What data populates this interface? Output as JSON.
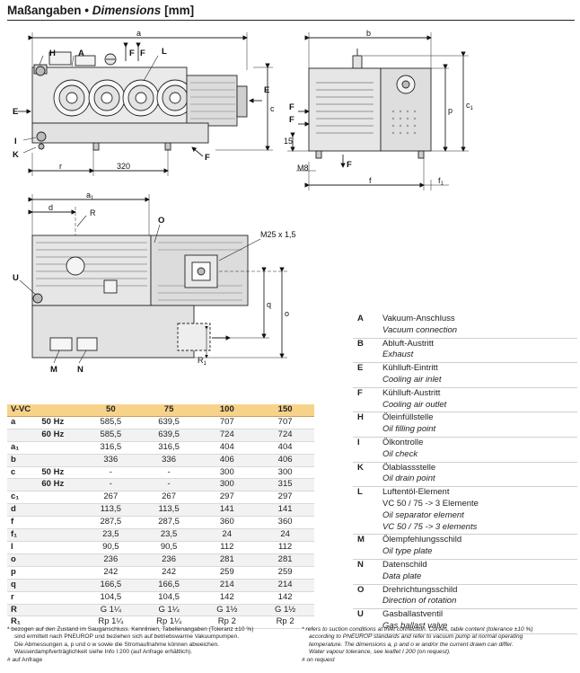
{
  "title": {
    "de": "Maßangaben",
    "sep": "•",
    "en": "Dimensions",
    "unit": "[mm]"
  },
  "drawing_labels": {
    "side": {
      "H": "H",
      "A": "A",
      "F1": "F",
      "F2": "F",
      "L": "L",
      "E": "E",
      "I": "I",
      "K": "K",
      "F3": "F",
      "a": "a",
      "r": "r",
      "c": "c",
      "b320": "320",
      "d15": "15"
    },
    "end": {
      "b": "b",
      "F1": "F",
      "F2": "F",
      "F3": "F",
      "M8": "M8",
      "f": "f",
      "f1": "f",
      "f1sub": "1",
      "p": "p",
      "c1": "c",
      "c1sub": "1"
    },
    "detail": {
      "a1": "a",
      "a1sub": "1",
      "d": "d",
      "R": "R",
      "O": "O",
      "M25": "M25 x 1,5",
      "U": "U",
      "M": "M",
      "N": "N",
      "q": "q",
      "o": "o",
      "R1": "R",
      "R1sub": "1"
    }
  },
  "table": {
    "header": [
      "V-VC",
      "",
      "50",
      "75",
      "100",
      "150"
    ],
    "rows": [
      {
        "k": "a",
        "hz": "50 Hz",
        "v": [
          "585,5",
          "639,5",
          "707",
          "707"
        ]
      },
      {
        "k": "",
        "hz": "60 Hz",
        "v": [
          "585,5",
          "639,5",
          "724",
          "724"
        ]
      },
      {
        "k": "a₁",
        "hz": "",
        "v": [
          "316,5",
          "316,5",
          "404",
          "404"
        ]
      },
      {
        "k": "b",
        "hz": "",
        "v": [
          "336",
          "336",
          "406",
          "406"
        ]
      },
      {
        "k": "c",
        "hz": "50 Hz",
        "v": [
          "-",
          "-",
          "300",
          "300"
        ]
      },
      {
        "k": "",
        "hz": "60 Hz",
        "v": [
          "-",
          "-",
          "300",
          "315"
        ]
      },
      {
        "k": "c₁",
        "hz": "",
        "v": [
          "267",
          "267",
          "297",
          "297"
        ]
      },
      {
        "k": "d",
        "hz": "",
        "v": [
          "113,5",
          "113,5",
          "141",
          "141"
        ]
      },
      {
        "k": "f",
        "hz": "",
        "v": [
          "287,5",
          "287,5",
          "360",
          "360"
        ]
      },
      {
        "k": "f₁",
        "hz": "",
        "v": [
          "23,5",
          "23,5",
          "24",
          "24"
        ]
      },
      {
        "k": "l",
        "hz": "",
        "v": [
          "90,5",
          "90,5",
          "112",
          "112"
        ]
      },
      {
        "k": "o",
        "hz": "",
        "v": [
          "236",
          "236",
          "281",
          "281"
        ]
      },
      {
        "k": "p",
        "hz": "",
        "v": [
          "242",
          "242",
          "259",
          "259"
        ]
      },
      {
        "k": "q",
        "hz": "",
        "v": [
          "166,5",
          "166,5",
          "214",
          "214"
        ]
      },
      {
        "k": "r",
        "hz": "",
        "v": [
          "104,5",
          "104,5",
          "142",
          "142"
        ]
      },
      {
        "k": "R",
        "hz": "",
        "v": [
          "G 1¼",
          "G 1¼",
          "G 1½",
          "G 1½"
        ]
      },
      {
        "k": "R₁",
        "hz": "",
        "v": [
          "Rp 1¼",
          "Rp 1¼",
          "Rp 2",
          "Rp 2"
        ]
      }
    ]
  },
  "legend": [
    {
      "k": "A",
      "lines": [
        {
          "t": "Vakuum-Anschluss",
          "en": false
        },
        {
          "t": "Vacuum connection",
          "en": true
        }
      ]
    },
    {
      "k": "B",
      "lines": [
        {
          "t": "Abluft-Austritt",
          "en": false
        },
        {
          "t": "Exhaust",
          "en": true
        }
      ]
    },
    {
      "k": "E",
      "lines": [
        {
          "t": "Kühlluft-Eintritt",
          "en": false
        },
        {
          "t": "Cooling air inlet",
          "en": true
        }
      ]
    },
    {
      "k": "F",
      "lines": [
        {
          "t": "Kühlluft-Austritt",
          "en": false
        },
        {
          "t": "Cooling air outlet",
          "en": true
        }
      ]
    },
    {
      "k": "H",
      "lines": [
        {
          "t": "Öleinfüllstelle",
          "en": false
        },
        {
          "t": "Oil filling point",
          "en": true
        }
      ]
    },
    {
      "k": "I",
      "lines": [
        {
          "t": "Ölkontrolle",
          "en": false
        },
        {
          "t": "Oil check",
          "en": true
        }
      ]
    },
    {
      "k": "K",
      "lines": [
        {
          "t": "Ölablassstelle",
          "en": false
        },
        {
          "t": "Oil drain point",
          "en": true
        }
      ]
    },
    {
      "k": "L",
      "lines": [
        {
          "t": "Luftentöl-Element",
          "en": false
        },
        {
          "t": "VC 50 / 75 -> 3 Elemente",
          "en": false
        },
        {
          "t": "Oil separator element",
          "en": true
        },
        {
          "t": "VC 50 / 75 -> 3 elements",
          "en": true
        }
      ]
    },
    {
      "k": "M",
      "lines": [
        {
          "t": "Ölempfehlungsschild",
          "en": false
        },
        {
          "t": "Oil type plate",
          "en": true
        }
      ]
    },
    {
      "k": "N",
      "lines": [
        {
          "t": "Datenschild",
          "en": false
        },
        {
          "t": "Data plate",
          "en": true
        }
      ]
    },
    {
      "k": "O",
      "lines": [
        {
          "t": "Drehrichtungsschild",
          "en": false
        },
        {
          "t": "Direction of rotation",
          "en": true
        }
      ]
    },
    {
      "k": "U",
      "lines": [
        {
          "t": "Gasballastventil",
          "en": false
        },
        {
          "t": "Gas ballast valve",
          "en": true
        }
      ]
    }
  ],
  "footnotes": {
    "de_1": "* bezogen auf den Zustand im Sauganschluss. Kennlinien, Tabellenangaben (Toleranz ±10 %)",
    "de_2": "sind ermittelt nach PNEUROP und beziehen sich auf betriebswarme Vakuumpumpen.",
    "de_3": "Die Abmessungen a, p und o w sowie die Stromaufnahme können abweichen.",
    "de_4": "Wasserdampfverträglichkeit siehe Info I 200 (auf Anfrage erhältlich).",
    "de_5": "# auf Anfrage",
    "en_1": "* refers to suction conditions at inlet connection. Curves, table content (tolerance ±10 %)",
    "en_2": "according to PNEUROP standards and refer to vacuum pump at normal operating",
    "en_3": "temperature. The dimensions a, p and o w and/or the current drawn can differ.",
    "en_4": "Water vapour tolerance, see leaflet I 200 (on request).",
    "en_5": "# on request"
  }
}
